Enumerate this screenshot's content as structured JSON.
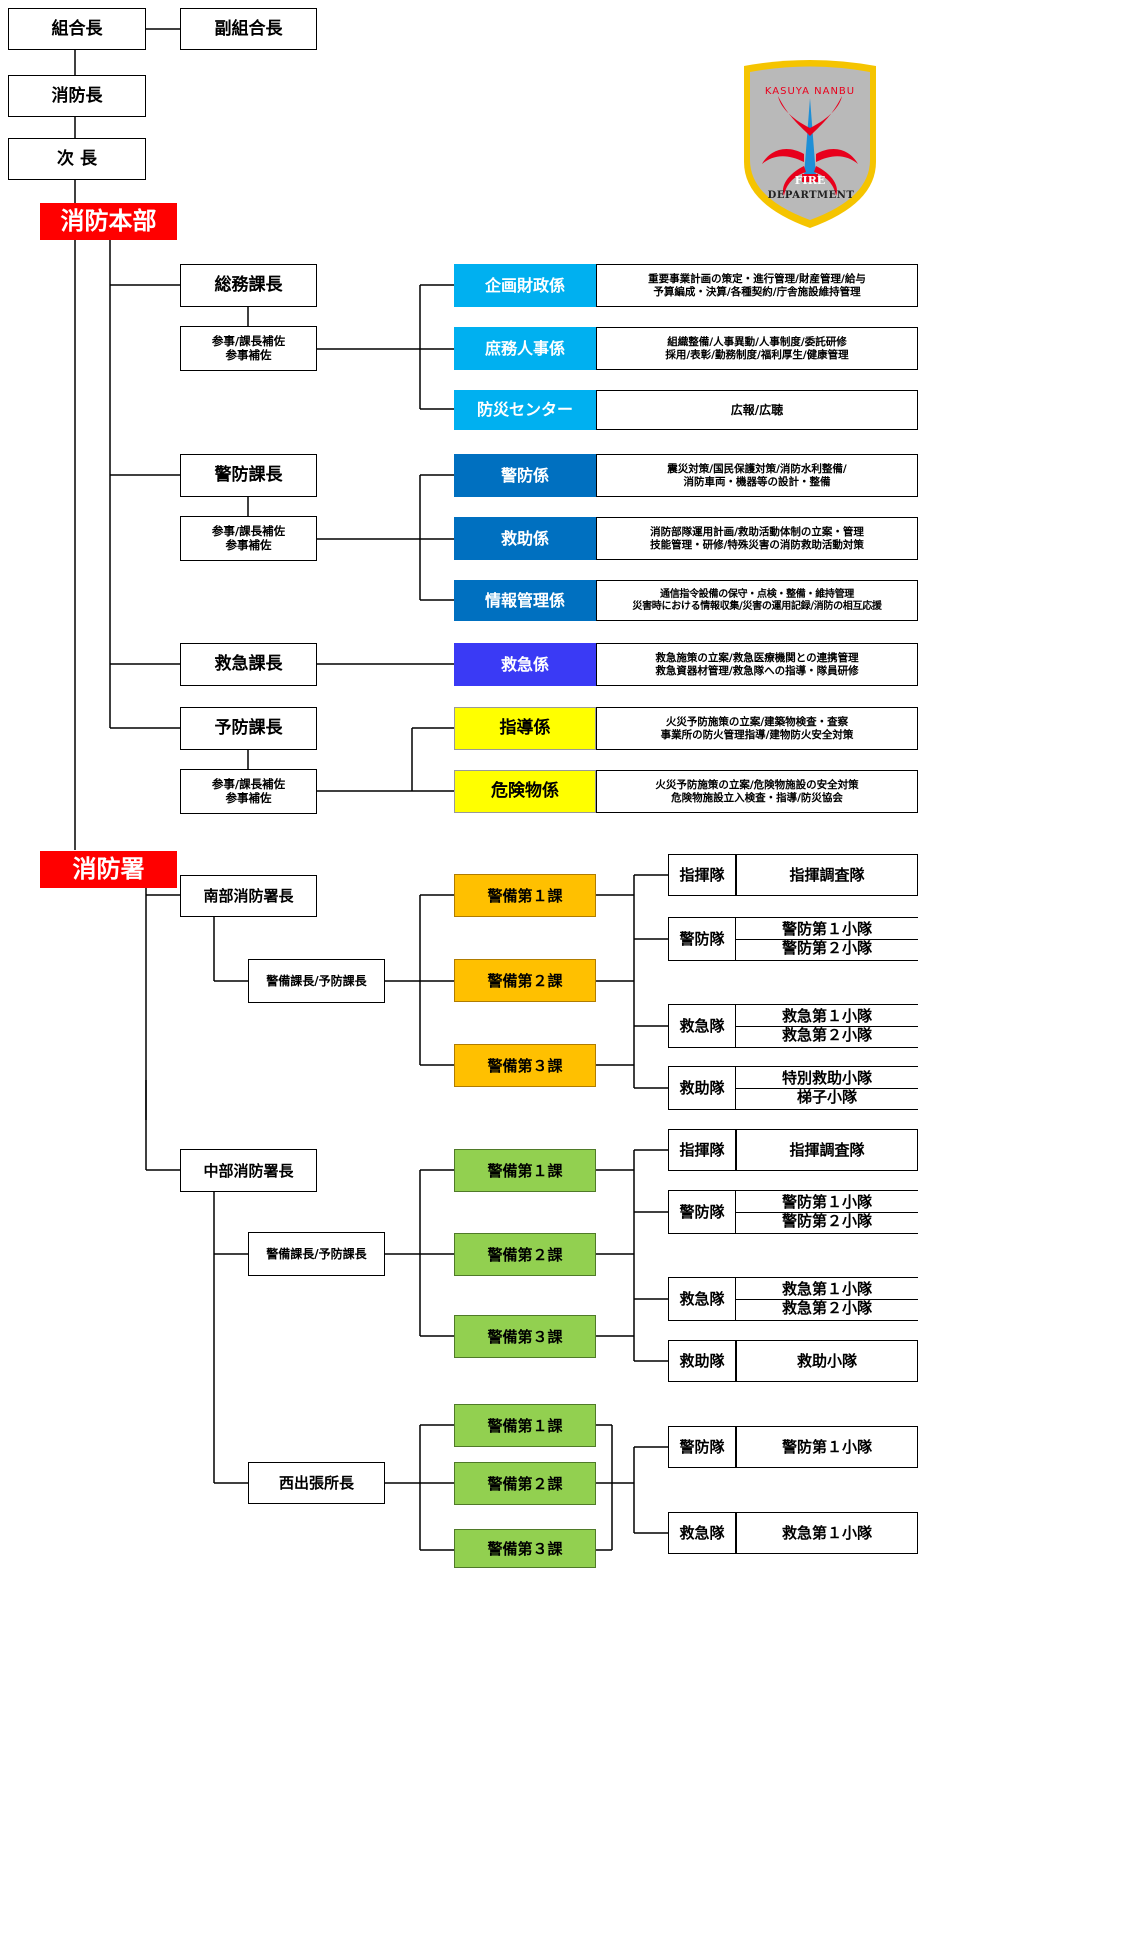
{
  "top": {
    "kumiaicho": "組合長",
    "fuku_kumiaicho": "副組合長",
    "shobocho": "消防長",
    "jicho": "次 長"
  },
  "honbu": {
    "title": "消防本部",
    "somu": {
      "chief": "総務課長",
      "assist": "参事/課長補佐\n参事補佐",
      "units": [
        {
          "name": "企画財政係",
          "duties": "重要事業計画の策定・進行管理/財産管理/給与\n予算編成・決算/各種契約/庁舎施設維持管理"
        },
        {
          "name": "庶務人事係",
          "duties": "組織整備/人事異動/人事制度/委託研修\n採用/表彰/勤務制度/福利厚生/健康管理"
        },
        {
          "name": "防災センター",
          "duties": "広報/広聴"
        }
      ]
    },
    "keibo": {
      "chief": "警防課長",
      "assist": "参事/課長補佐\n参事補佐",
      "units": [
        {
          "name": "警防係",
          "duties": "震災対策/国民保護対策/消防水利整備/\n消防車両・機器等の設計・整備"
        },
        {
          "name": "救助係",
          "duties": "消防部隊運用計画/救助活動体制の立案・管理\n技能管理・研修/特殊災害の消防救助活動対策"
        },
        {
          "name": "情報管理係",
          "duties": "通信指令設備の保守・点検・整備・維持管理\n災害時における情報収集/災害の運用記録/消防の相互応援"
        }
      ]
    },
    "kyukyu": {
      "chief": "救急課長",
      "units": [
        {
          "name": "救急係",
          "duties": "救急施策の立案/救急医療機関との連携管理\n救急資器材管理/救急隊への指導・隊員研修"
        }
      ]
    },
    "yobo": {
      "chief": "予防課長",
      "assist": "参事/課長補佐\n参事補佐",
      "units": [
        {
          "name": "指導係",
          "duties": "火災予防施策の立案/建築物検査・査察\n事業所の防火管理指導/建物防火安全対策"
        },
        {
          "name": "危険物係",
          "duties": "火災予防施策の立案/危険物施設の安全対策\n危険物施設立入検査・指導/防災協会"
        }
      ]
    }
  },
  "sho": {
    "title": "消防署",
    "nanbu": {
      "chief": "南部消防署長",
      "deputy": "警備課長/予防課長",
      "sections": [
        "警備第１課",
        "警備第２課",
        "警備第３課"
      ],
      "squads": [
        {
          "name": "指揮隊",
          "units": [
            "指揮調査隊"
          ]
        },
        {
          "name": "警防隊",
          "units": [
            "警防第１小隊",
            "警防第２小隊"
          ]
        },
        {
          "name": "救急隊",
          "units": [
            "救急第１小隊",
            "救急第２小隊"
          ]
        },
        {
          "name": "救助隊",
          "units": [
            "特別救助小隊",
            "梯子小隊"
          ]
        }
      ]
    },
    "chubu": {
      "chief": "中部消防署長",
      "deputy": "警備課長/予防課長",
      "sections": [
        "警備第１課",
        "警備第２課",
        "警備第３課"
      ],
      "squads": [
        {
          "name": "指揮隊",
          "units": [
            "指揮調査隊"
          ]
        },
        {
          "name": "警防隊",
          "units": [
            "警防第１小隊",
            "警防第２小隊"
          ]
        },
        {
          "name": "救急隊",
          "units": [
            "救急第１小隊",
            "救急第２小隊"
          ]
        },
        {
          "name": "救助隊",
          "units": [
            "救助小隊"
          ]
        }
      ]
    },
    "nishi": {
      "chief": "西出張所長",
      "sections": [
        "警備第１課",
        "警備第２課",
        "警備第３課"
      ],
      "squads": [
        {
          "name": "警防隊",
          "units": [
            "警防第１小隊"
          ]
        },
        {
          "name": "救急隊",
          "units": [
            "救急第１小隊"
          ]
        }
      ]
    }
  },
  "emblem": {
    "top_text": "KASUYA NANBU",
    "middle_text": "FIRE",
    "bottom_text": "DEPARTMENT",
    "colors": {
      "shield": "#b9b9b9",
      "border": "#f5c400",
      "mark": "#e8001c",
      "tower": "#1e8fd6"
    }
  },
  "colors": {
    "honbu_red": "#ff0000",
    "somu_cyan": "#00b0f0",
    "keibo_blue": "#0070c0",
    "kyukyu_indigo": "#3a3af5",
    "yobo_yellow": "#ffff00",
    "nanbu_orange": "#ffc000",
    "chubu_green": "#92d050"
  }
}
